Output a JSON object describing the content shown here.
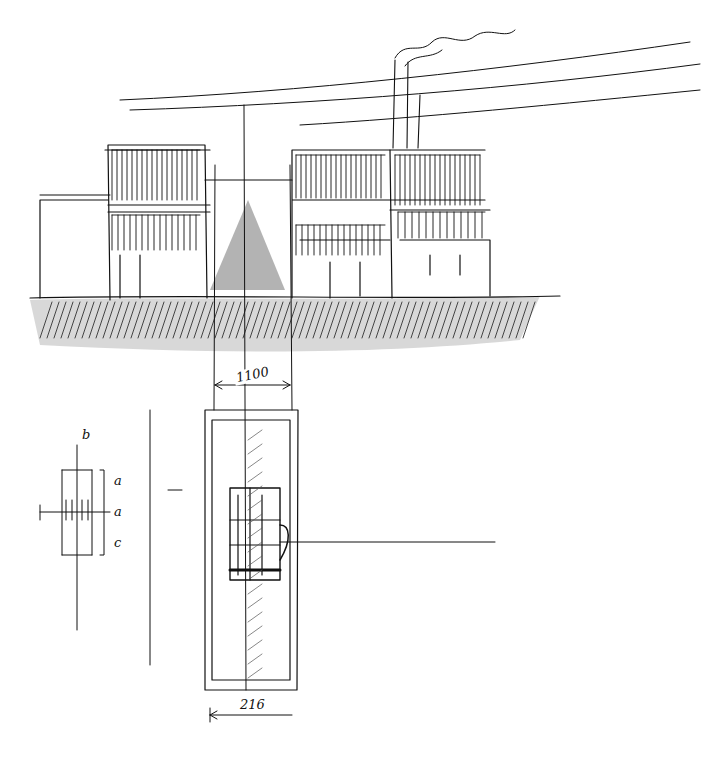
{
  "diagram": {
    "labels": [
      "1100",
      "b",
      "a",
      "a",
      "c",
      "216"
    ]
  }
}
